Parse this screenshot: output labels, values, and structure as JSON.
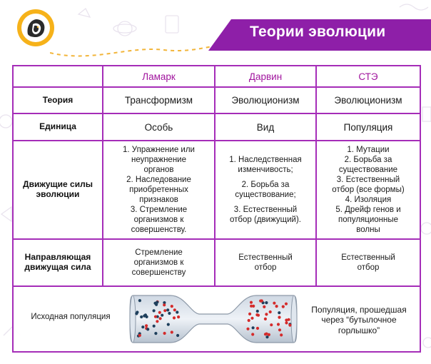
{
  "header": {
    "title": "Теории эволюции"
  },
  "table": {
    "columns": [
      "",
      "Ламарк",
      "Дарвин",
      "СТЭ"
    ],
    "rows": [
      {
        "label": "Теория",
        "cells": [
          "Трансформизм",
          "Эволюционизм",
          "Эволюционизм"
        ]
      },
      {
        "label": "Единица",
        "cells": [
          "Особь",
          "Вид",
          "Популяция"
        ]
      },
      {
        "label_lines": [
          "Движущие силы",
          "эволюции"
        ],
        "lamarck": [
          "1. Упражнение или",
          "неупражнение",
          "органов",
          "2. Наследование",
          "приобретенных",
          "признаков",
          "3. Стремление",
          "организмов к",
          "совершенству."
        ],
        "darwin_a": [
          "1. Наследственная",
          "изменчивость;"
        ],
        "darwin_b": [
          "2. Борьба за",
          "существование;"
        ],
        "darwin_c": [
          "3. Естественный",
          "отбор (движущий)."
        ],
        "ste": [
          "1. Мутации",
          "2. Борьба за",
          "существование",
          "3. Естественный",
          "отбор (все формы)",
          "4. Изоляция",
          "5. Дрейф генов и",
          "популяционные",
          "волны"
        ]
      },
      {
        "label_lines": [
          "Направляющая",
          "движущая сила"
        ],
        "lamarck": [
          "Стремление",
          "организмов к",
          "совершенству"
        ],
        "darwin": [
          "Естественный",
          "отбор"
        ],
        "ste": [
          "Естественный",
          "отбор"
        ]
      }
    ],
    "bottom": {
      "label": "Исходная популяция",
      "caption": [
        "Популяция, прошедшая",
        "через “бутылочное",
        "горлышко”"
      ]
    }
  },
  "colors": {
    "accent": "#a52db8",
    "banner": "#8e1fa8",
    "logo": "#f6b21a",
    "dot_red": "#d42b2b",
    "dot_dark": "#1e3f5c"
  }
}
